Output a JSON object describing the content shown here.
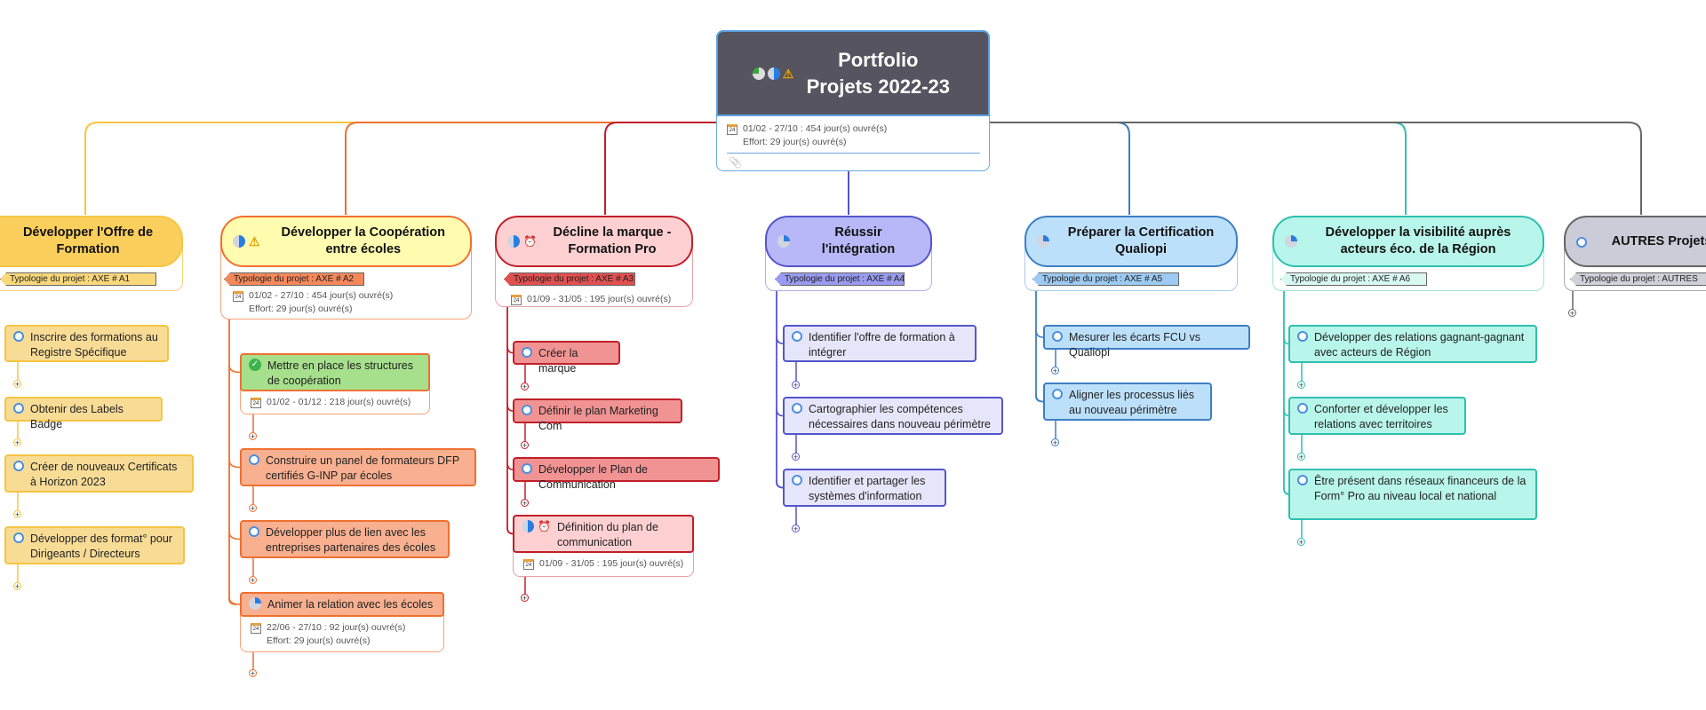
{
  "root": {
    "title": "Portfolio Projets 2022-23",
    "icons": [
      "progress-clock-icon",
      "progress-half-icon",
      "warning-icon"
    ],
    "date_line": "01/02 - 27/10 : 454 jour(s) ouvré(s)",
    "effort_line": "Effort: 29 jour(s) ouvré(s)",
    "attachment_icon": "paperclip-icon"
  },
  "colors": {
    "root_bg": "#55545f",
    "branch1": "#f5c542",
    "branch2": "#f07030",
    "branch3": "#c0202a",
    "branch4": "#5555cc",
    "branch5": "#3d7fc4",
    "branch6": "#2fbfb0",
    "branch7": "#666666"
  },
  "branches": [
    {
      "title": "Développer l'Offre de Formation",
      "icons": [
        "progress-quarter-icon"
      ],
      "tag": "Typologie du projet : AXE # A1",
      "children": [
        {
          "label": "Inscrire des formations au Registre Spécifique",
          "status": "not-started"
        },
        {
          "label": "Obtenir des Labels Badge",
          "status": "not-started"
        },
        {
          "label": "Créer de nouveaux Certificats à Horizon 2023",
          "status": "not-started"
        },
        {
          "label": "Développer des format° pour Dirigeants / Directeurs",
          "status": "not-started"
        }
      ]
    },
    {
      "title": "Développer la Coopération entre écoles",
      "icons": [
        "progress-half-icon",
        "warning-icon"
      ],
      "tag": "Typologie du projet : AXE # A2",
      "date_line": "01/02 - 27/10 : 454 jour(s) ouvré(s)",
      "effort_line": "Effort: 29 jour(s) ouvré(s)",
      "children": [
        {
          "label": "Mettre en place les structures de coopération",
          "status": "complete",
          "date_line": "01/02 - 01/12 : 218 jour(s) ouvré(s)"
        },
        {
          "label": "Construire un panel de formateurs DFP certifiés G-INP par écoles",
          "status": "not-started"
        },
        {
          "label": "Développer plus de lien avec les entreprises partenaires des écoles",
          "status": "not-started"
        },
        {
          "label": "Animer la relation avec les écoles",
          "status": "in-progress",
          "date_line": "22/06 - 27/10 : 92 jour(s) ouvré(s)",
          "effort_line": "Effort: 29 jour(s) ouvré(s)"
        }
      ]
    },
    {
      "title": "Décline la marque - Formation Pro",
      "icons": [
        "progress-half-icon",
        "alarm-icon"
      ],
      "tag": "Typologie du projet : AXE # A3",
      "date_line": "01/09 - 31/05 : 195 jour(s) ouvré(s)",
      "children": [
        {
          "label": "Créer la marque",
          "status": "not-started"
        },
        {
          "label": "Définir le plan Marketing Com",
          "status": "not-started"
        },
        {
          "label": "Développer le Plan de Communication",
          "status": "not-started"
        },
        {
          "label": "Définition du plan de communication",
          "status": "half-alarm",
          "date_line": "01/09 - 31/05 : 195 jour(s) ouvré(s)"
        }
      ]
    },
    {
      "title": "Réussir l'intégration",
      "icons": [
        "progress-quarter-icon"
      ],
      "tag": "Typologie du projet : AXE # A4",
      "children": [
        {
          "label": "Identifier l'offre de formation à intégrer",
          "status": "not-started"
        },
        {
          "label": "Cartographier les compétences nécessaires dans nouveau périmètre",
          "status": "not-started"
        },
        {
          "label": "Identifier et partager les systèmes d'information",
          "status": "not-started"
        }
      ]
    },
    {
      "title": "Préparer la Certification Qualiopi",
      "icons": [
        "progress-quarter-icon"
      ],
      "tag": "Typologie du projet : AXE # A5",
      "children": [
        {
          "label": "Mesurer les écarts FCU vs Qualiopi",
          "status": "not-started"
        },
        {
          "label": "Aligner les processus liés au nouveau périmètre",
          "status": "not-started"
        }
      ]
    },
    {
      "title": "Développer la visibilité auprès acteurs éco. de la Région",
      "icons": [
        "progress-quarter-icon"
      ],
      "tag": "Typologie du projet : AXE # A6",
      "children": [
        {
          "label": "Développer des relations gagnant-gagnant avec acteurs de Région",
          "status": "not-started"
        },
        {
          "label": "Conforter et développer les relations avec territoires",
          "status": "not-started"
        },
        {
          "label": "Être présent dans réseaux financeurs de la Form° Pro au niveau local et national",
          "status": "not-started"
        }
      ]
    },
    {
      "title": "AUTRES Projets",
      "icons": [
        "not-started-icon"
      ],
      "tag": "Typologie du projet : AUTRES",
      "children": []
    }
  ]
}
